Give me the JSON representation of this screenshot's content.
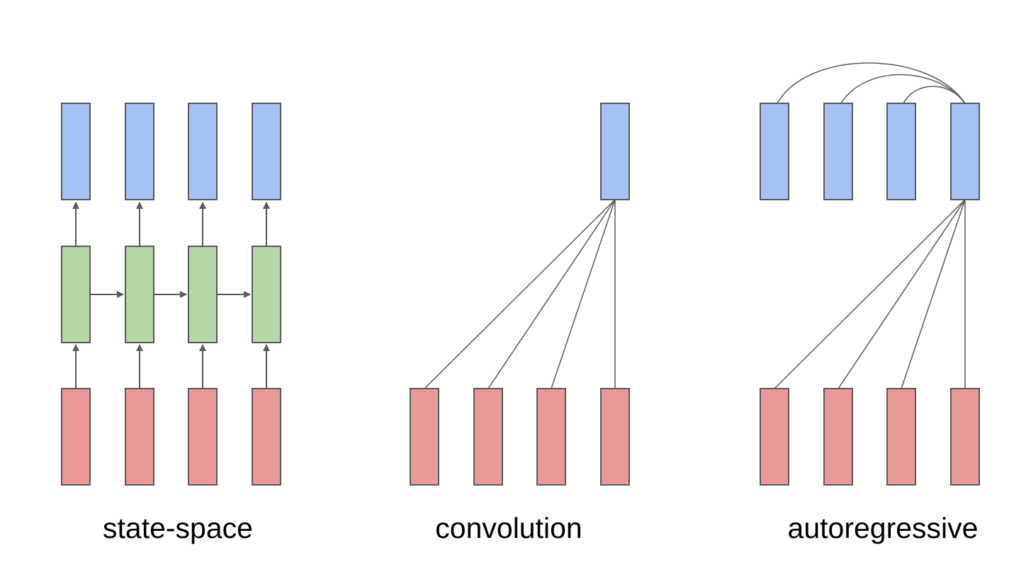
{
  "panels": [
    {
      "id": "state-space",
      "caption": "state-space"
    },
    {
      "id": "convolution",
      "caption": "convolution"
    },
    {
      "id": "autoregressive",
      "caption": "autoregressive"
    }
  ],
  "colors": {
    "output": "#a4c2f4",
    "hidden": "#b6d7a8",
    "input": "#ea9999",
    "stroke": "#595959",
    "text": "#000000"
  }
}
